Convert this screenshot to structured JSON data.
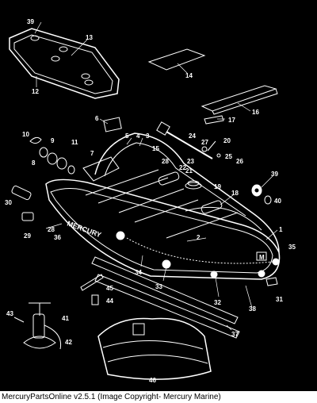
{
  "caption": "MercuryPartsOnline v2.5.1 (Image Copyright- Mercury Marine)",
  "brand_label": "MERCURY",
  "badge_letter": "M",
  "callouts": [
    "39",
    "13",
    "12",
    "14",
    "16",
    "17",
    "6",
    "5",
    "4",
    "3",
    "24",
    "27",
    "20",
    "25",
    "26",
    "15",
    "28",
    "22",
    "23",
    "21",
    "19",
    "18",
    "10",
    "9",
    "11",
    "8",
    "7",
    "30",
    "29",
    "28",
    "36",
    "2",
    "1",
    "35",
    "31",
    "34",
    "33",
    "32",
    "38",
    "37",
    "45",
    "44",
    "43",
    "41",
    "42",
    "46",
    "39",
    "40"
  ]
}
